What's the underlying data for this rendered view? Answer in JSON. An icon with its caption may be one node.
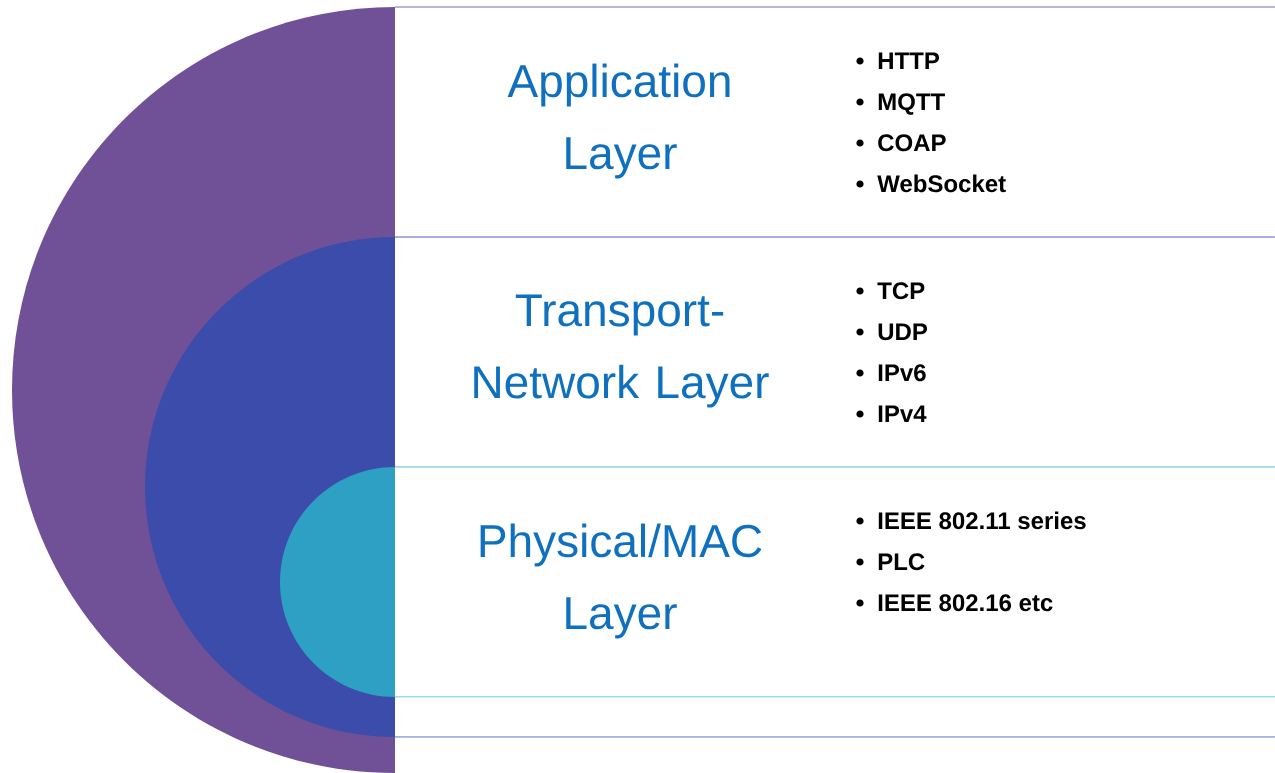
{
  "diagram": {
    "nodes": [
      {
        "text": [
          "Application Layer",
          "HTTP",
          "MQTT",
          "COAP",
          "WebSocket"
        ]
      },
      {
        "text": [
          "Transport-Network Layer",
          "TCP",
          "UDP",
          "IPv6",
          "IPv4"
        ]
      },
      {
        "text": [
          "Physical/MAC Layer",
          "IEEE 802.11 series",
          "PLC",
          "IEEE 802.16 etc"
        ]
      }
    ]
  }
}
